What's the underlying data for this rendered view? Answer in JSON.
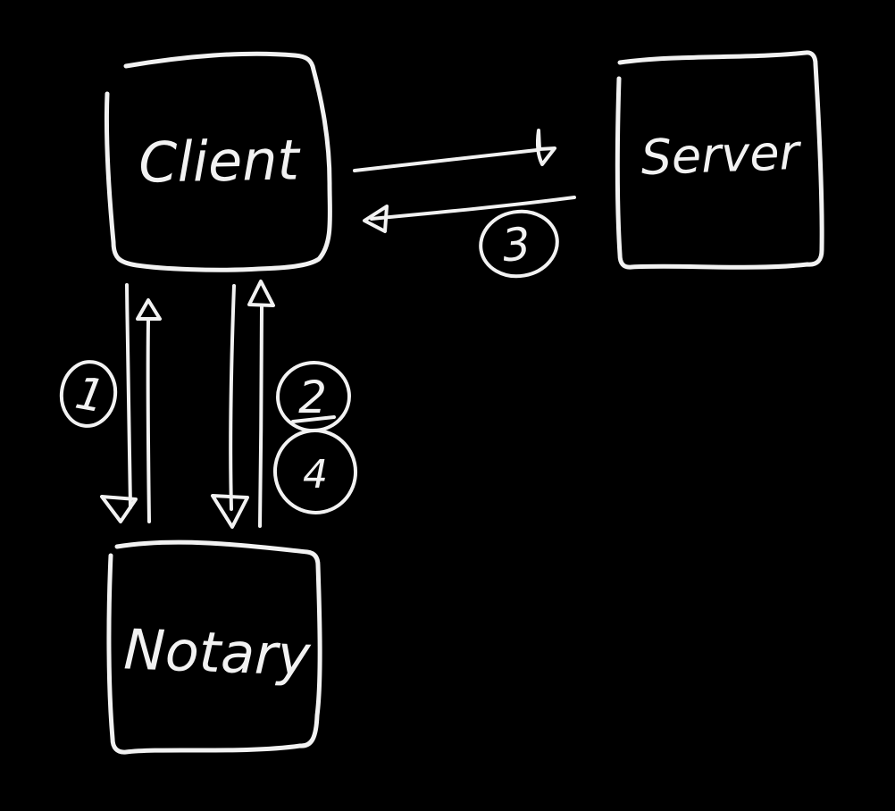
{
  "diagram": {
    "background": "#000000",
    "ink": "#f2f2f2",
    "nodes": [
      {
        "id": "client",
        "label": "Client"
      },
      {
        "id": "server",
        "label": "Server"
      },
      {
        "id": "notary",
        "label": "Notary"
      }
    ],
    "edges": [
      {
        "from": "client",
        "to": "server",
        "direction": "right",
        "label": ""
      },
      {
        "from": "server",
        "to": "client",
        "direction": "left",
        "label": "3"
      },
      {
        "from": "client",
        "to": "notary",
        "direction": "down",
        "label": "1"
      },
      {
        "from": "notary",
        "to": "client",
        "direction": "up",
        "label": ""
      },
      {
        "from": "client",
        "to": "notary",
        "direction": "down",
        "label": "2"
      },
      {
        "from": "notary",
        "to": "client",
        "direction": "up",
        "label": "4"
      }
    ]
  }
}
